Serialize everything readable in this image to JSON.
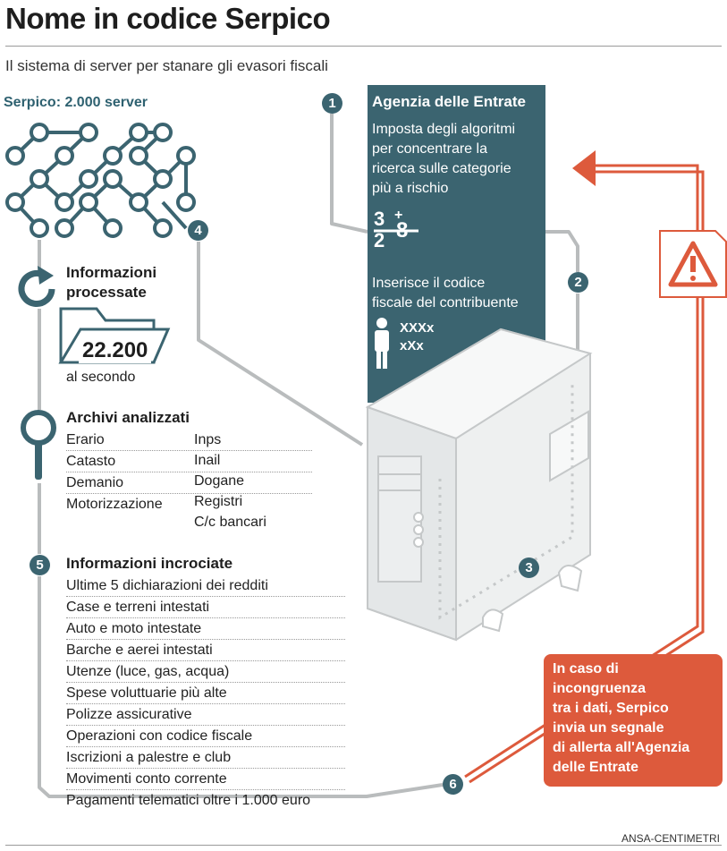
{
  "header": {
    "title": "Nome in codice Serpico",
    "subtitle": "Il sistema di server per stanare gli evasori fiscali"
  },
  "servers_label": "Serpico: 2.000 server",
  "steps": [
    "1",
    "2",
    "3",
    "4",
    "5",
    "6"
  ],
  "agenzia": {
    "title": "Agenzia delle Entrate",
    "text_lines": [
      "Imposta degli algoritmi",
      "per concentrare la",
      "ricerca sulle categorie",
      "più a rischio"
    ],
    "fraction": {
      "a": "3",
      "b": "2",
      "c": "8"
    },
    "codice_lines": [
      "Inserisce il codice",
      "fiscale del contribuente"
    ],
    "code_lines": [
      "XXXx",
      "xXx"
    ]
  },
  "info_processate": {
    "title_lines": [
      "Informazioni",
      "processate"
    ],
    "value": "22.200",
    "unit": "al secondo"
  },
  "archivi": {
    "title": "Archivi analizzati",
    "left": [
      "Erario",
      "Catasto",
      "Demanio",
      "Motorizzazione"
    ],
    "right": [
      "Inps",
      "Inail",
      "Dogane",
      "Registri",
      "C/c bancari"
    ]
  },
  "incrociate": {
    "title": "Informazioni incrociate",
    "items": [
      "Ultime 5 dichiarazioni dei redditi",
      "Case e terreni intestati",
      "Auto e moto intestate",
      "Barche e aerei intestati",
      "Utenze (luce, gas, acqua)",
      "Spese voluttuarie più alte",
      "Polizze assicurative",
      "Operazioni con codice fiscale",
      "Iscrizioni a palestre e club",
      "Movimenti conto corrente",
      "Pagamenti telematici oltre i 1.000 euro"
    ]
  },
  "alert": {
    "lines": [
      "In caso di",
      "incongruenza",
      "tra i dati, Serpico",
      "invia un segnale",
      "di allerta all'Agenzia",
      "delle Entrate"
    ]
  },
  "credit": "ANSA-CENTIMETRI",
  "colors": {
    "teal": "#3b6470",
    "orange": "#dd5a3c",
    "line": "#b9bcbd"
  }
}
